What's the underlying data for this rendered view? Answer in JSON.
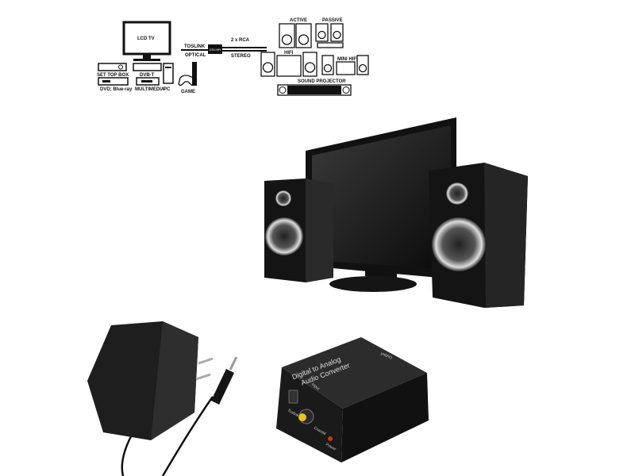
{
  "diagram": {
    "sources": {
      "tv": "LCD TV",
      "set_top_box": "SET TOP BOX",
      "dvb_t": "DVB-T",
      "dvd": "DVD; Blue-ray",
      "multimedia": "MULTIMEDIA",
      "pc": "PC",
      "game": "GAME"
    },
    "input_top": "TOSLINK",
    "input_bottom": "OPTICAL",
    "device": "DTA HIFI",
    "output_top": "2 x RCA",
    "output_bottom": "STEREO",
    "outputs": {
      "active": "ACTIVE",
      "passive": "PASSIVE",
      "hifi": "HIFI",
      "mini_hifi": "MINI HIFI",
      "sound_projector": "SOUND PROJECTOR"
    }
  },
  "converter": {
    "title_line1": "Digital  to Analog",
    "title_line2": "Audio Converter",
    "input_label": "Input",
    "output_label": "Output",
    "toslink_label": "Toslink",
    "coaxial_label": "Coaxial",
    "power_label": "Power"
  },
  "colors": {
    "device": "#1c1c1c",
    "rca": "#e8c21c",
    "led": "#c0391c"
  }
}
